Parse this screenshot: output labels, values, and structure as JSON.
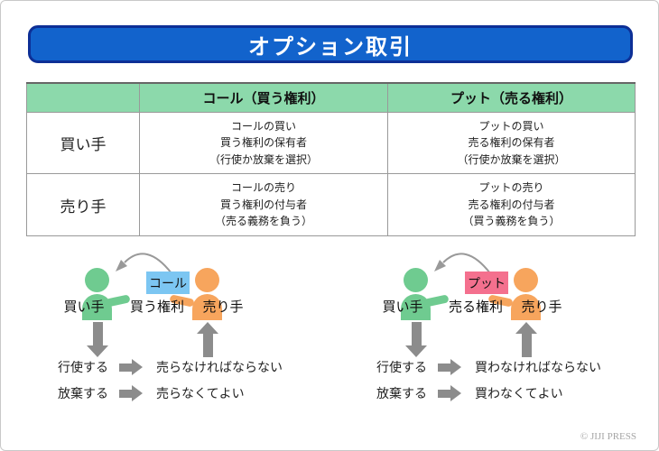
{
  "banner": {
    "title": "オプション取引"
  },
  "table": {
    "headers": [
      "",
      "コール（買う権利）",
      "プット（売る権利）"
    ],
    "rows": [
      {
        "label": "買い手",
        "call": [
          "コールの買い",
          "買う権利の保有者",
          "（行使か放棄を選択）"
        ],
        "put": [
          "プットの買い",
          "売る権利の保有者",
          "（行使か放棄を選択）"
        ]
      },
      {
        "label": "売り手",
        "call": [
          "コールの売り",
          "買う権利の付与者",
          "（売る義務を負う）"
        ],
        "put": [
          "プットの売り",
          "売る権利の付与者",
          "（買う義務を負う）"
        ]
      }
    ]
  },
  "diagrams": [
    {
      "id": "call",
      "buyer_label": "買い手",
      "right_label": "買う権利",
      "seller_label": "売り手",
      "option_label": "コール",
      "option_color": "#7cc6f2",
      "outcomes": [
        {
          "action": "行使する",
          "result": "売らなければならない"
        },
        {
          "action": "放棄する",
          "result": "売らなくてよい"
        }
      ]
    },
    {
      "id": "put",
      "buyer_label": "買い手",
      "right_label": "売る権利",
      "seller_label": "売り手",
      "option_label": "プット",
      "option_color": "#f4708e",
      "outcomes": [
        {
          "action": "行使する",
          "result": "買わなければならない"
        },
        {
          "action": "放棄する",
          "result": "買わなくてよい"
        }
      ]
    }
  ],
  "footer": {
    "copyright": "© JIJI PRESS"
  },
  "colors": {
    "banner_fill": "#1263cc",
    "banner_border": "#0d2f96",
    "header_green": "#8cd9ab",
    "buyer_green": "#6fcb90",
    "seller_orange": "#f7a55d",
    "call_blue": "#7cc6f2",
    "put_pink": "#f4708e",
    "arrow_gray": "#8c8c8c"
  }
}
